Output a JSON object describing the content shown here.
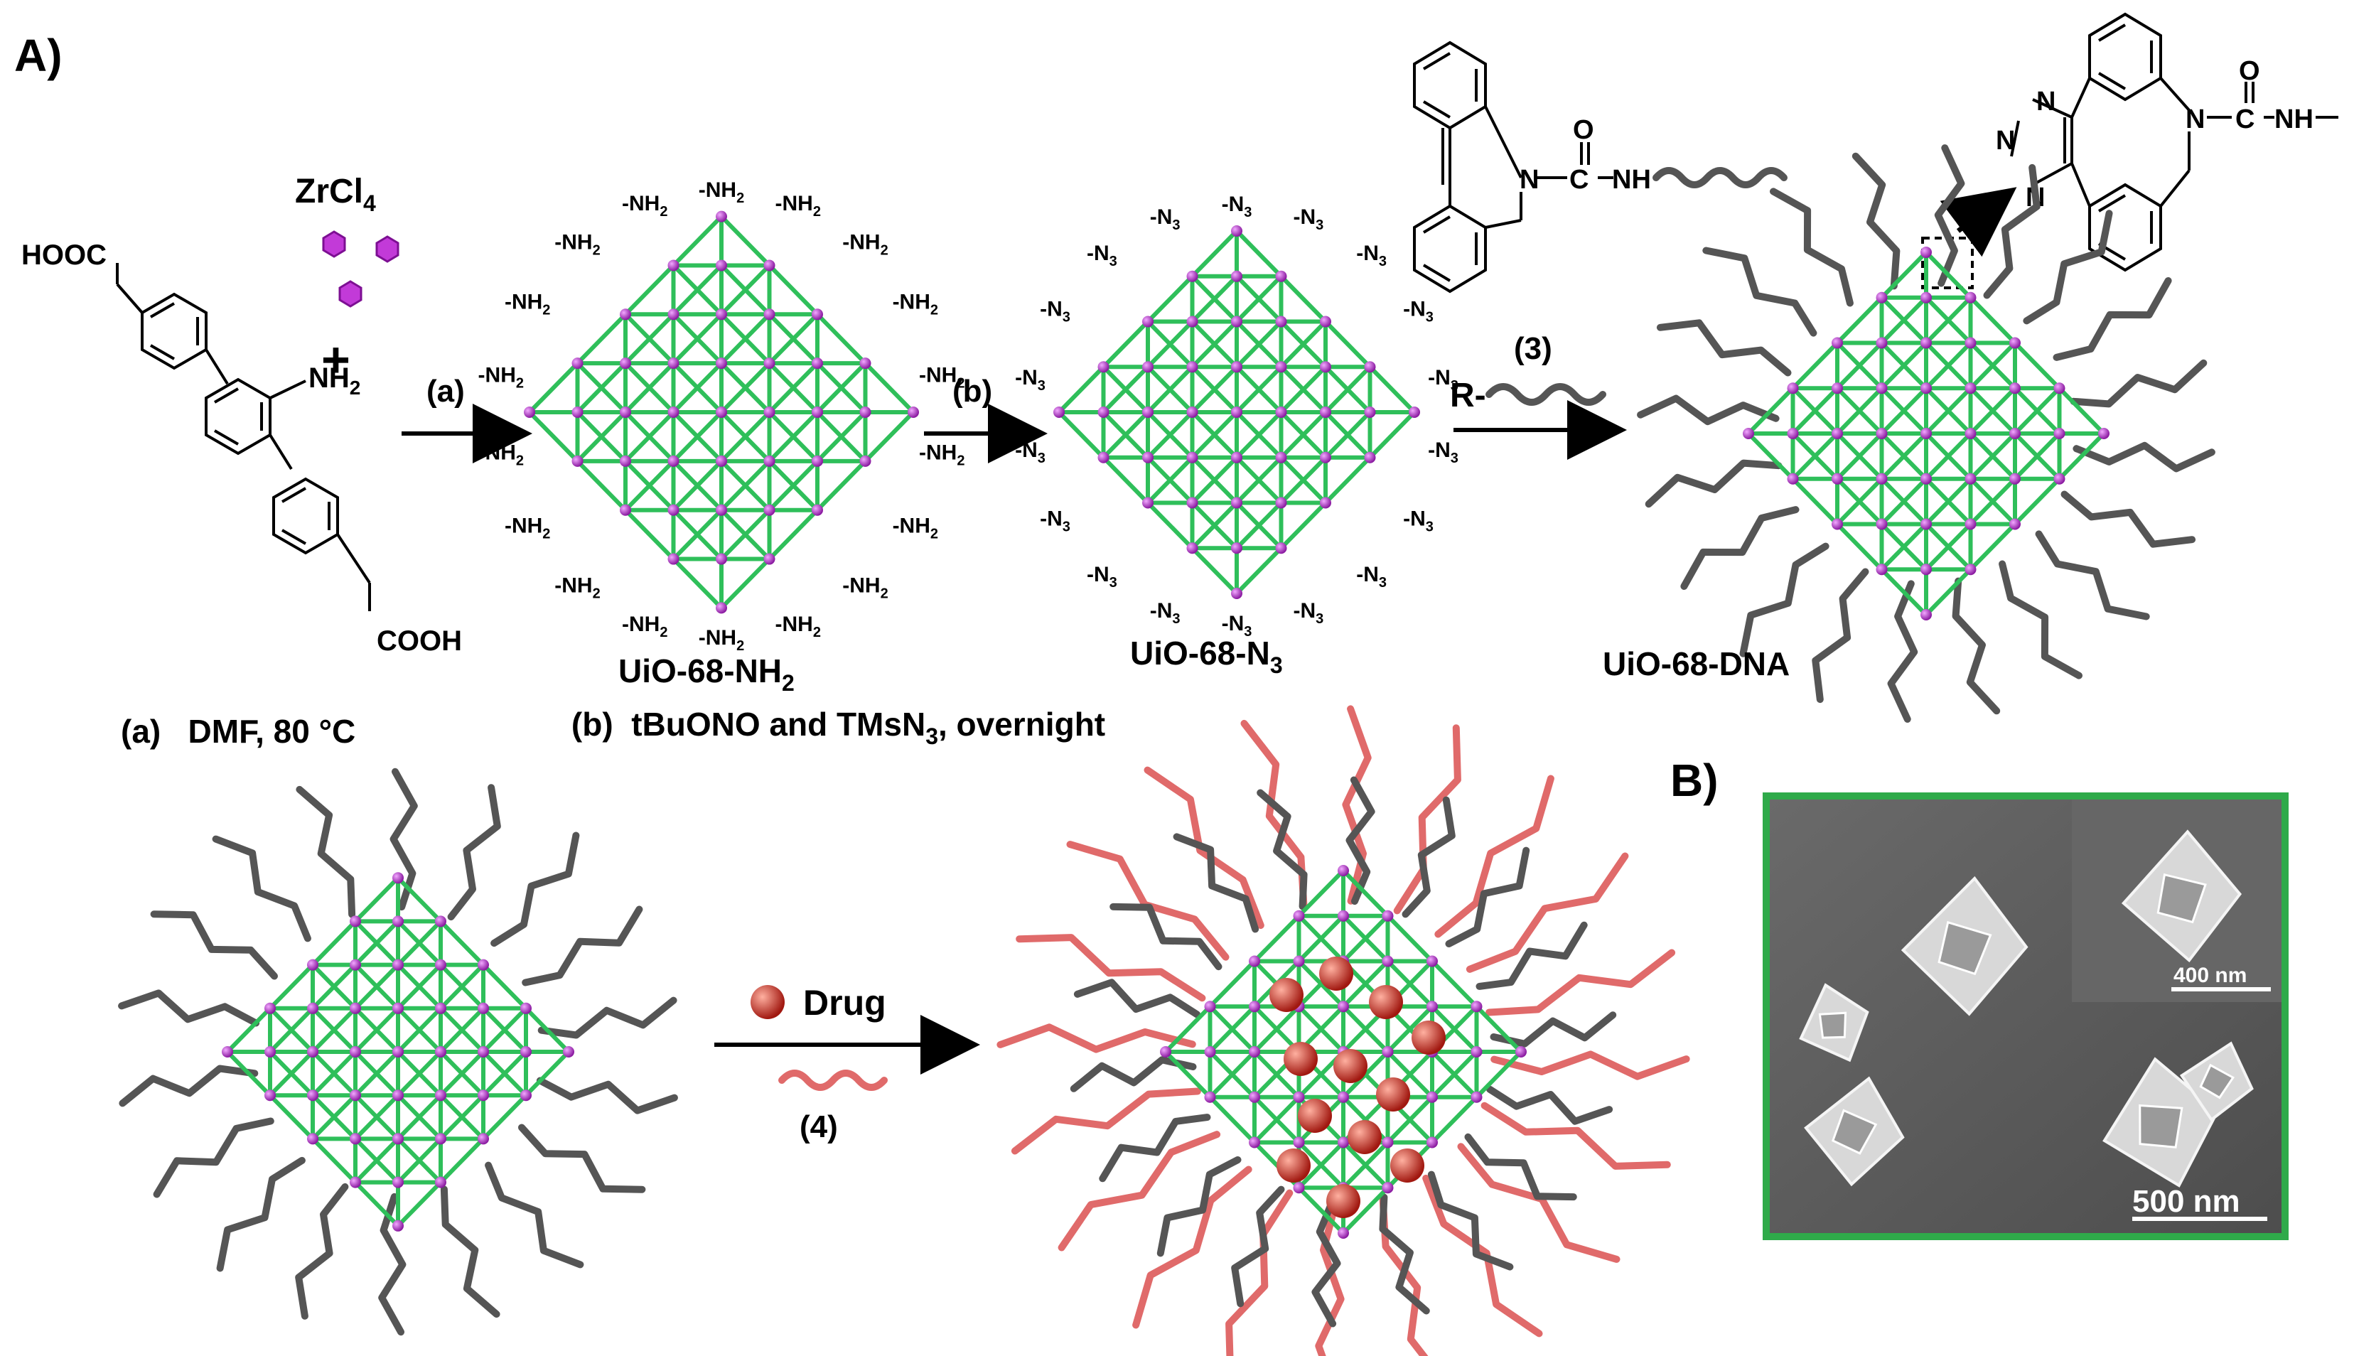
{
  "panel_a": {
    "label": "A)",
    "reagent_zr": "ZrCl",
    "reagent_zr_sub": "4",
    "plus": "+",
    "linker_cooh_top": "HOOC",
    "linker_nh2": "NH",
    "linker_nh2_sub": "2",
    "linker_cooh_bottom": "COOH",
    "step_a": "(a)",
    "step_b": "(b)",
    "step_3": "(3)",
    "step_4": "(4)",
    "r_group": "R-",
    "nh2_group": "-NH",
    "nh2_sub": "2",
    "n3_group": "-N",
    "n3_sub": "3",
    "mof_nh2_name": "UiO-68-NH",
    "mof_nh2_sub": "2",
    "mof_n3_name": "UiO-68-N",
    "mof_n3_sub": "3",
    "mof_dna_name": "UiO-68-DNA",
    "condition_a": "(a)   DMF, 80 °C",
    "condition_b_main": "(b)  tBuONO and TMsN",
    "condition_b_sub": "3",
    "condition_b_end": ", overnight",
    "drug_label": "Drug",
    "dbco_o": "O",
    "dbco_n": "N",
    "dbco_c": "C",
    "dbco_nh": "NH",
    "triazole_n1": "N",
    "triazole_n2": "N",
    "triazole_n3": "N",
    "triazole_product_n": "N",
    "triazole_product_c": "C",
    "triazole_product_nh": "NH",
    "triazole_product_o": "O"
  },
  "panel_b": {
    "label": "B)",
    "inset_scale": "400 nm",
    "main_scale": "500 nm"
  },
  "colors": {
    "framework": "#2fbf5a",
    "node": "#b12fc6",
    "dna": "#555555",
    "drug_strand": "#e06a6a",
    "drug": "#d42a1f",
    "sem_border": "#2faa4a"
  }
}
